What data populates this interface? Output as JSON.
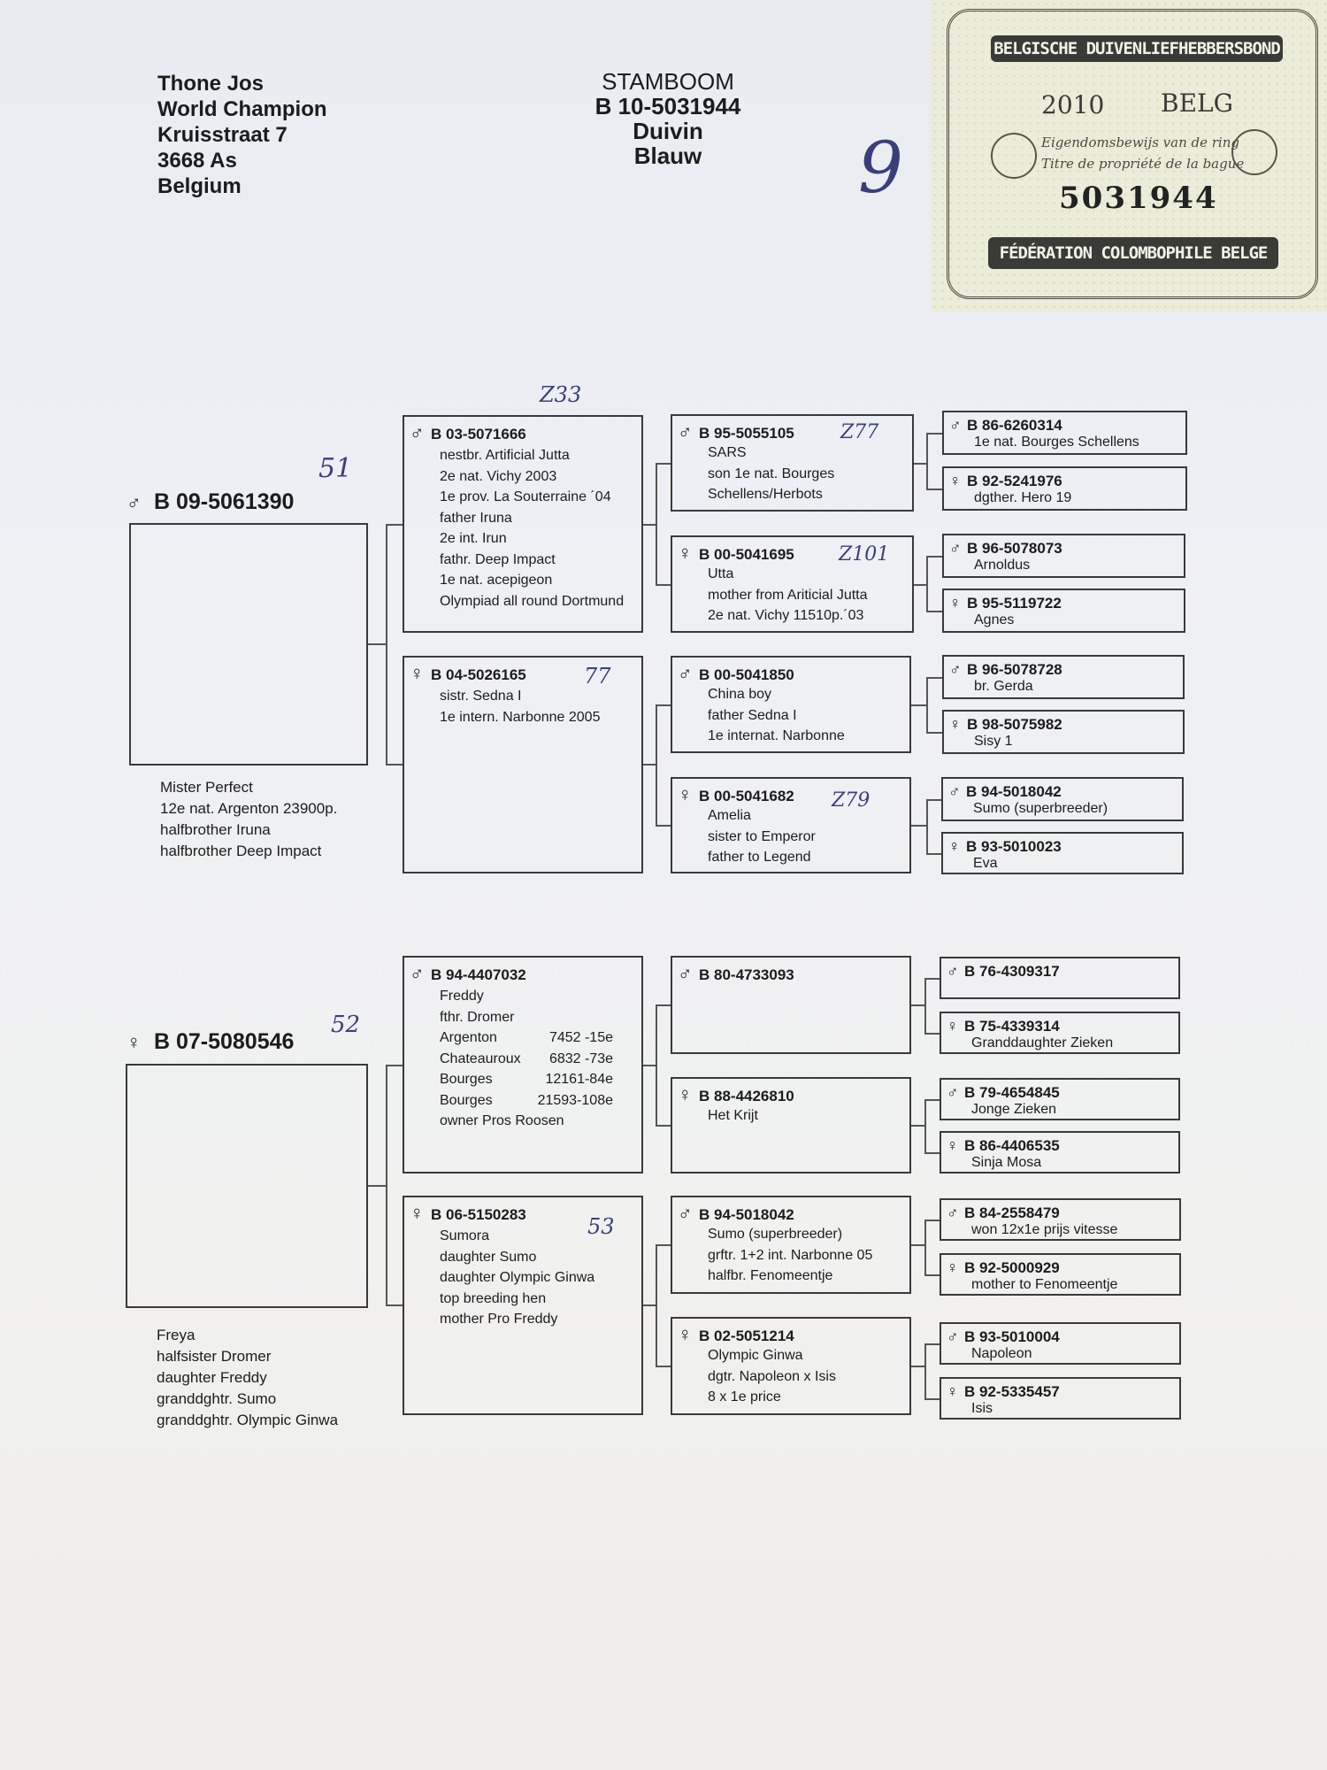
{
  "owner": {
    "name": "Thone Jos",
    "title": "World Champion",
    "street": "Kruisstraat 7",
    "city": "3668 As",
    "country": "Belgium"
  },
  "header": {
    "title": "STAMBOOM",
    "ring": "B 10-5031944",
    "sex": "Duivin",
    "color": "Blauw",
    "hand_mark": "9"
  },
  "ring_card": {
    "top_banner": "BELGISCHE DUIVENLIEFHEBBERSBOND",
    "year": "2010",
    "country": "BELG",
    "line1": "Eigendomsbewijs van de ring",
    "line2": "Titre de propriété de la bague",
    "number": "5031944",
    "bottom_banner": "FÉDÉRATION COLOMBOPHILE BELGE"
  },
  "symbols": {
    "male": "♂",
    "female": "♀"
  },
  "sire": {
    "ring": "B 09-5061390",
    "hand": "51",
    "desc": [
      "Mister Perfect",
      "12e nat. Argenton 23900p.",
      "halfbrother Iruna",
      "halfbrother Deep Impact"
    ]
  },
  "dam": {
    "ring": "B 07-5080546",
    "hand": "52",
    "desc": [
      "Freya",
      "halfsister Dromer",
      "daughter Freddy",
      "granddghtr. Sumo",
      "granddghtr. Olympic Ginwa"
    ]
  },
  "g2": {
    "ss": {
      "ring": "B 03-5071666",
      "hand": "Z33",
      "lines": [
        "nestbr. Artificial Jutta",
        "2e nat. Vichy 2003",
        "1e prov. La Souterraine ´04",
        "father Iruna",
        "2e int. Irun",
        "fathr. Deep Impact",
        "1e nat. acepigeon",
        "Olympiad all round Dortmund"
      ]
    },
    "sd": {
      "ring": "B 04-5026165",
      "hand": "77",
      "lines": [
        "sistr. Sedna I",
        "1e intern. Narbonne 2005"
      ]
    },
    "ds": {
      "ring": "B 94-4407032",
      "lines": [
        "Freddy",
        "fthr. Dromer"
      ],
      "results": [
        {
          "place": "Argenton",
          "result": "7452 -15e"
        },
        {
          "place": "Chateauroux",
          "result": "6832 -73e"
        },
        {
          "place": "Bourges",
          "result": "12161-84e"
        },
        {
          "place": "Bourges",
          "result": "21593-108e"
        }
      ],
      "owner_line": "owner Pros Roosen"
    },
    "dd": {
      "ring": "B 06-5150283",
      "hand": "53",
      "lines": [
        "Sumora",
        "daughter Sumo",
        "daughter Olympic Ginwa",
        "top breeding hen",
        "mother Pro Freddy"
      ]
    }
  },
  "g3": {
    "sss": {
      "ring": "B 95-5055105",
      "hand": "Z77",
      "lines": [
        "SARS",
        "son 1e nat. Bourges",
        "Schellens/Herbots"
      ]
    },
    "ssd": {
      "ring": "B 00-5041695",
      "hand": "Z101",
      "lines": [
        "Utta",
        "mother from Ariticial Jutta",
        "2e nat. Vichy 11510p.´03"
      ]
    },
    "sds": {
      "ring": "B 00-5041850",
      "lines": [
        "China boy",
        "father Sedna I",
        "1e internat. Narbonne"
      ]
    },
    "sdd": {
      "ring": "B 00-5041682",
      "hand": "Z79",
      "lines": [
        "Amelia",
        "sister to Emperor",
        "father to Legend"
      ]
    },
    "dss": {
      "ring": "B 80-4733093",
      "lines": []
    },
    "dsd": {
      "ring": "B 88-4426810",
      "lines": [
        "Het Krijt"
      ]
    },
    "dds": {
      "ring": "B 94-5018042",
      "lines": [
        "Sumo (superbreeder)",
        "grftr. 1+2 int. Narbonne 05",
        "halfbr. Fenomeentje"
      ]
    },
    "ddd": {
      "ring": "B 02-5051214",
      "lines": [
        "Olympic Ginwa",
        "dgtr. Napoleon x Isis",
        "8 x 1e price"
      ]
    }
  },
  "g4": [
    {
      "ring": "B 86-6260314",
      "line": "1e nat. Bourges Schellens"
    },
    {
      "ring": "B 92-5241976",
      "line": "dgther. Hero 19"
    },
    {
      "ring": "B 96-5078073",
      "line": "Arnoldus"
    },
    {
      "ring": "B 95-5119722",
      "line": "Agnes"
    },
    {
      "ring": "B 96-5078728",
      "line": "br. Gerda"
    },
    {
      "ring": "B 98-5075982",
      "line": "Sisy 1"
    },
    {
      "ring": "B 94-5018042",
      "line": "Sumo (superbreeder)"
    },
    {
      "ring": "B 93-5010023",
      "line": "Eva"
    },
    {
      "ring": "B 76-4309317",
      "line": ""
    },
    {
      "ring": "B 75-4339314",
      "line": "Granddaughter Zieken"
    },
    {
      "ring": "B 79-4654845",
      "line": "Jonge Zieken"
    },
    {
      "ring": "B 86-4406535",
      "line": "Sinja Mosa"
    },
    {
      "ring": "B 84-2558479",
      "line": "won 12x1e prijs vitesse"
    },
    {
      "ring": "B 92-5000929",
      "line": "mother to Fenomeentje"
    },
    {
      "ring": "B 93-5010004",
      "line": "Napoleon"
    },
    {
      "ring": "B 92-5335457",
      "line": "Isis"
    }
  ]
}
